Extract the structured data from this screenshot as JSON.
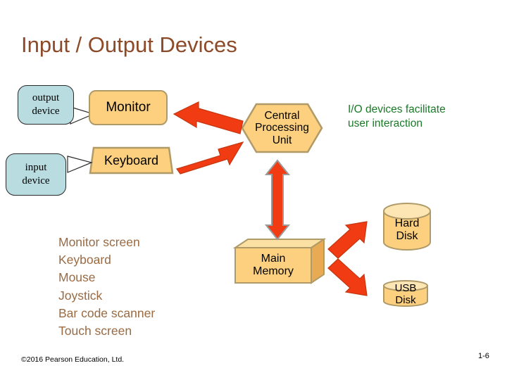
{
  "slide": {
    "title": "Input / Output Devices",
    "callouts": [
      {
        "id": "output-device",
        "line1": "output",
        "line2": "device"
      },
      {
        "id": "input-device",
        "line1": "input",
        "line2": "device"
      }
    ],
    "shapes": {
      "monitor": {
        "label": "Monitor",
        "shape": "rounded-rectangle",
        "color": "#fcd07f"
      },
      "keyboard": {
        "label": "Keyboard",
        "shape": "trapezoid",
        "color": "#fcd07f"
      },
      "cpu": {
        "label": "Central Processing Unit",
        "line1": "Central",
        "line2": "Processing",
        "line3": "Unit",
        "shape": "hexagon",
        "color": "#fcd07f"
      },
      "main_memory": {
        "label": "Main Memory",
        "line1": "Main",
        "line2": "Memory",
        "shape": "cube",
        "color": "#fcd07f"
      },
      "hard_disk": {
        "label": "Hard Disk",
        "shape": "cylinder",
        "color": "#fcd07f"
      },
      "usb_disk": {
        "label": "USB Disk",
        "shape": "flat-cylinder",
        "color": "#fcd07f"
      }
    },
    "note": {
      "line1": "I/O devices facilitate",
      "line2": "user interaction",
      "color": "#1a7a28"
    },
    "device_list": [
      "Monitor screen",
      "Keyboard",
      "Mouse",
      "Joystick",
      "Bar code scanner",
      "Touch screen"
    ],
    "footer": {
      "copyright": "©2016 Pearson Education, Ltd.",
      "page": "1-6"
    },
    "colors": {
      "title": "#8c4a28",
      "callout_fill": "#b9dce1",
      "shape_fill": "#fcd07f",
      "shape_stroke": "#b09a67",
      "arrow_fill": "#f03b13",
      "arrow_stroke": "#9b9b9b",
      "list_text": "#9a6a42",
      "note_text": "#1a7a28"
    }
  }
}
